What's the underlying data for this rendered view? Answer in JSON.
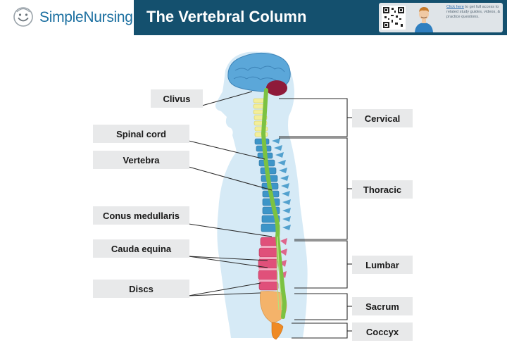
{
  "header": {
    "brand": "SimpleNursing",
    "title": "The Vertebral Column",
    "promo": {
      "link_text": "Click here",
      "text": " to get full access to related study guides, videos, & practice questions."
    }
  },
  "labels_left": {
    "clivus": "Clivus",
    "spinal_cord": "Spinal cord",
    "vertebra": "Vertebra",
    "conus_medullaris": "Conus medullaris",
    "cauda_equina": "Cauda equina",
    "discs": "Discs"
  },
  "labels_right": {
    "cervical": "Cervical",
    "thoracic": "Thoracic",
    "lumbar": "Lumbar",
    "sacrum": "Sacrum",
    "coccyx": "Coccyx"
  },
  "colors": {
    "header_bg": "#14506e",
    "brand_blue": "#1b6fa0",
    "label_bg": "#e8e9ea",
    "body_silhouette": "#d6eaf6",
    "brain": "#5ba7d9",
    "cerebellum": "#8e1a3a",
    "spinal_cord": "#7cc242",
    "cervical": "#f3ee9a",
    "thoracic": "#3d95c8",
    "lumbar": "#e0507a",
    "sacrum": "#f4b36a",
    "coccyx": "#ef8a24"
  }
}
